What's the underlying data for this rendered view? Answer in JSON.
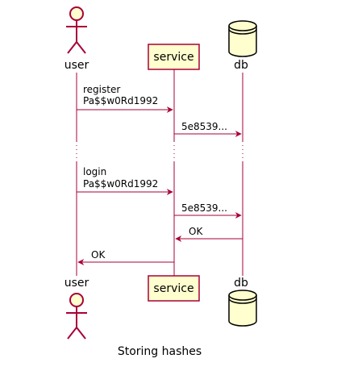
{
  "colors": {
    "lifeline": "#a80036",
    "box_fill": "#fefece",
    "box_stroke": "#a80036",
    "text": "#000000"
  },
  "participants": {
    "user": {
      "name": "user",
      "icon": "actor-icon"
    },
    "service": {
      "name": "service"
    },
    "db": {
      "name": "db",
      "icon": "database-icon"
    }
  },
  "messages": [
    {
      "from": "user",
      "to": "service",
      "lines": [
        "register",
        "Pa$$w0Rd1992"
      ]
    },
    {
      "from": "service",
      "to": "db",
      "lines": [
        "5e8539..."
      ]
    },
    {
      "from": "user",
      "to": "service",
      "lines": [
        "login",
        "Pa$$w0Rd1992"
      ]
    },
    {
      "from": "service",
      "to": "db",
      "lines": [
        "5e8539..."
      ]
    },
    {
      "from": "db",
      "to": "service",
      "lines": [
        "OK"
      ]
    },
    {
      "from": "service",
      "to": "user",
      "lines": [
        "OK"
      ]
    }
  ],
  "caption": "Storing hashes"
}
